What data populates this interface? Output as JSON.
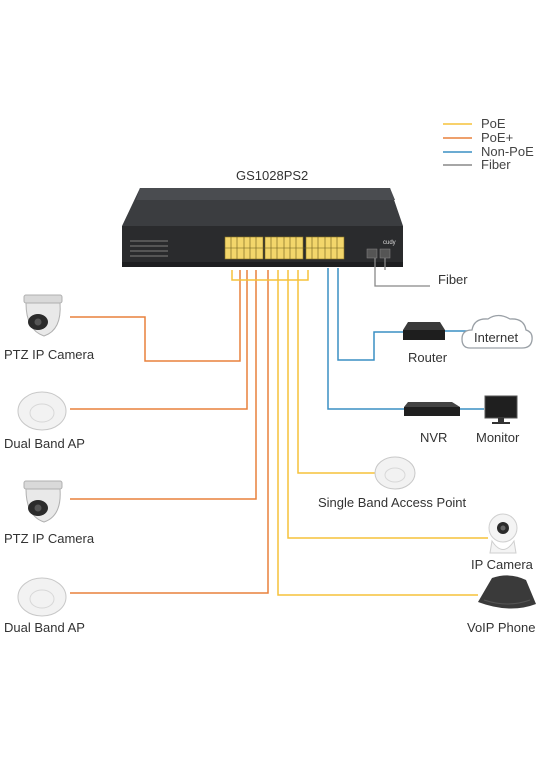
{
  "colors": {
    "poe": "#f5c23a",
    "poe_plus": "#e8803c",
    "non_poe": "#3a8fc4",
    "fiber": "#888888"
  },
  "legend": {
    "items": [
      {
        "label": "PoE",
        "color": "#f5c23a"
      },
      {
        "label": "PoE+",
        "color": "#e8803c"
      },
      {
        "label": "Non-PoE",
        "color": "#3a8fc4"
      },
      {
        "label": "Fiber",
        "color": "#888888"
      }
    ]
  },
  "switch": {
    "model": "GS1028PS2",
    "brand": "cudy"
  },
  "devices": {
    "fiber": "Fiber",
    "router": "Router",
    "internet": "Internet",
    "nvr": "NVR",
    "monitor": "Monitor",
    "ptz_camera_1": "PTZ IP Camera",
    "dual_band_ap_1": "Dual Band AP",
    "ptz_camera_2": "PTZ IP Camera",
    "dual_band_ap_2": "Dual Band AP",
    "single_band_ap": "Single Band Access Point",
    "ip_camera": "IP Camera",
    "voip_phone": "VoIP Phone"
  }
}
